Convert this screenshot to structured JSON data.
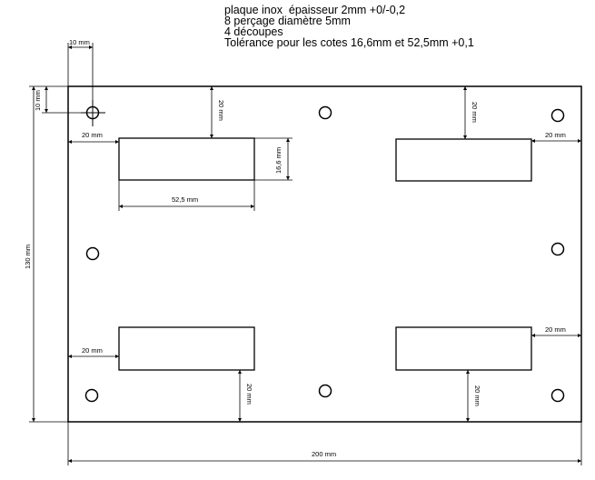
{
  "notes": [
    "plaque inox  épaisseur 2mm +0/-0,2",
    "8 perçage diamètre 5mm",
    "4 découpes",
    "Tolérance pour les cotes 16,6mm et 52,5mm +0,1"
  ],
  "dims": {
    "hole_offset": "10 mm",
    "hole_offset_v": "10 mm",
    "top_margin_left": "20 mm",
    "top_margin_right": "20 mm",
    "bottom_margin_left": "20 mm",
    "bottom_margin_right": "20 mm",
    "left_margin_top": "20 mm",
    "left_margin_bottom": "20 mm",
    "right_margin_top": "20 mm",
    "right_margin_bottom": "20 mm",
    "cutout_height": "16,6 mm",
    "cutout_width": "52,5 mm",
    "plate_height": "130 mm",
    "plate_width": "200 mm"
  }
}
